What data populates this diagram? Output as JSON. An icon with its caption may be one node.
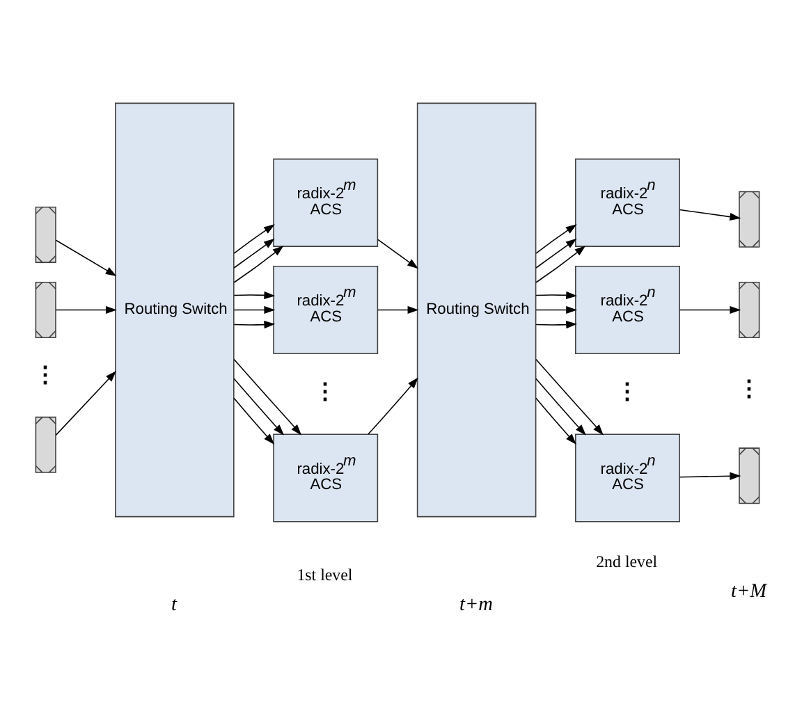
{
  "diagram": {
    "nodes": [
      {
        "text": [],
        "shape": "box"
      },
      {
        "text": [],
        "shape": "box"
      },
      {
        "text": [],
        "shape": "box"
      },
      {
        "text": [
          "Routing Switch"
        ]
      },
      {
        "text": [
          "radix-2$^{m}$ ACS"
        ]
      },
      {
        "text": [
          "radix-2$^{m}$ ACS"
        ]
      },
      {
        "text": [
          "radix-2$^{m}$ ACS"
        ]
      },
      {
        "text": [
          "Routing Switch"
        ]
      },
      {
        "text": [
          "radix-2$^{n}$ ACS"
        ]
      },
      {
        "text": [
          "radix-2$^{n}$ ACS"
        ]
      },
      {
        "text": [
          "radix-2$^{n}$ ACS"
        ]
      },
      {
        "text": [],
        "shape": "box"
      },
      {
        "text": [],
        "shape": "box"
      },
      {
        "text": [],
        "shape": "box"
      }
    ],
    "edges": [
      {
        "from": 0,
        "to": 3,
        "arrow": "to"
      },
      {
        "from": 1,
        "to": 3,
        "arrow": "to"
      },
      {
        "from": 2,
        "to": 3,
        "arrow": "to"
      },
      {
        "from": 3,
        "to": 4,
        "arrow": "to"
      },
      {
        "from": 3,
        "to": 4,
        "arrow": "to"
      },
      {
        "from": 3,
        "to": 4,
        "arrow": "to"
      },
      {
        "from": 3,
        "to": 5,
        "arrow": "to"
      },
      {
        "from": 3,
        "to": 5,
        "arrow": "to"
      },
      {
        "from": 3,
        "to": 5,
        "arrow": "to"
      },
      {
        "from": 3,
        "to": 6,
        "arrow": "to"
      },
      {
        "from": 3,
        "to": 6,
        "arrow": "to"
      },
      {
        "from": 3,
        "to": 6,
        "arrow": "to"
      },
      {
        "from": 4,
        "to": 7,
        "arrow": "to"
      },
      {
        "from": 5,
        "to": 7,
        "arrow": "to"
      },
      {
        "from": 6,
        "to": 7,
        "arrow": "to"
      },
      {
        "from": 7,
        "to": 8,
        "arrow": "to"
      },
      {
        "from": 7,
        "to": 8,
        "arrow": "to"
      },
      {
        "from": 7,
        "to": 8,
        "arrow": "to"
      },
      {
        "from": 7,
        "to": 9,
        "arrow": "to"
      },
      {
        "from": 7,
        "to": 9,
        "arrow": "to"
      },
      {
        "from": 7,
        "to": 9,
        "arrow": "to"
      },
      {
        "from": 7,
        "to": 10,
        "arrow": "to"
      },
      {
        "from": 7,
        "to": 10,
        "arrow": "to"
      },
      {
        "from": 7,
        "to": 10,
        "arrow": "to"
      },
      {
        "from": 8,
        "to": 11,
        "arrow": "to"
      },
      {
        "from": 9,
        "to": 12,
        "arrow": "to"
      },
      {
        "from": 10,
        "to": 13,
        "arrow": "to"
      }
    ],
    "labels": [
      "⋮",
      "⋮",
      "⋮",
      "⋮",
      "1st level",
      "2nd level",
      "t",
      "t+m",
      "t+M"
    ]
  }
}
